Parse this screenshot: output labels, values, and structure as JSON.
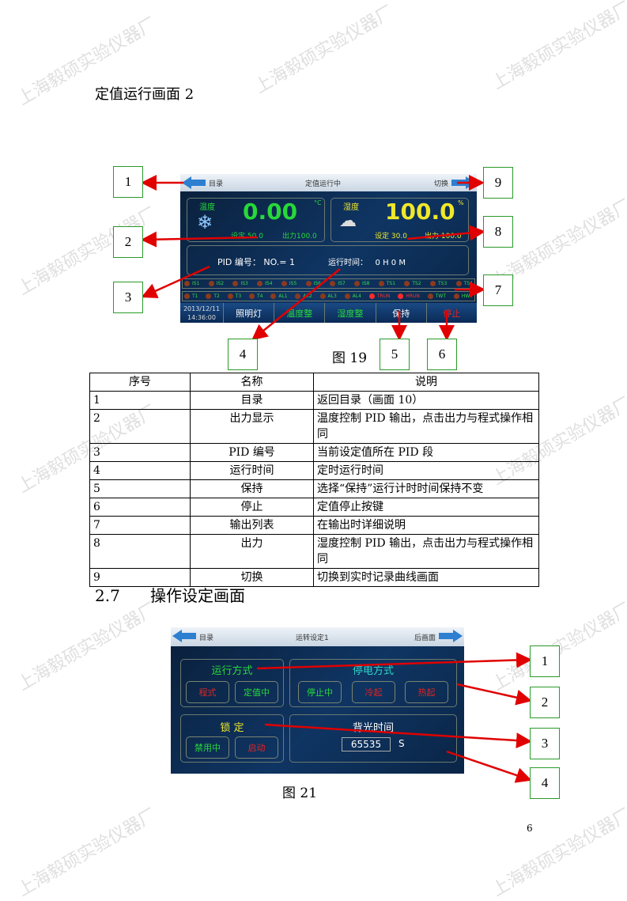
{
  "watermark": "上海毅硕实验仪器厂",
  "section_title": "定值运行画面 2",
  "figure1": {
    "caption": "图 19",
    "top_bar": {
      "left": "目录",
      "center": "定值运行中",
      "right": "切换"
    },
    "temp": {
      "label": "温度",
      "value": "0.00",
      "unit": "°C",
      "set_label": "设定",
      "set": "50.0",
      "out_label": "出力",
      "out": "100.0"
    },
    "humid": {
      "label": "湿度",
      "value": "100.0",
      "unit": "%",
      "set_label": "设定",
      "set": "30.0",
      "out_label": "出力",
      "out": "100.0"
    },
    "pid": {
      "label": "PID 编号：",
      "value": "NO.= 1",
      "time_label": "运行时间：",
      "time": "0 H 0 M"
    },
    "indicators_row1": [
      "IS1",
      "IS2",
      "IS3",
      "IS4",
      "IS5",
      "IS6",
      "IS7",
      "IS8",
      "TS1",
      "TS2",
      "TS3",
      "TS4"
    ],
    "indicators_row2": [
      "T1",
      "T2",
      "T3",
      "T4",
      "AL1",
      "AL2",
      "AL3",
      "AL4",
      "TRUN",
      "HRUN",
      "TWT",
      "HWT"
    ],
    "indicators_row2_on": [
      8,
      9
    ],
    "datetime": [
      "2013/12/11",
      "14:36:00"
    ],
    "buttons": [
      "照明灯",
      "温度整",
      "湿度整",
      "保持",
      "停止"
    ],
    "callouts": [
      "1",
      "2",
      "3",
      "4",
      "5",
      "6",
      "7",
      "8",
      "9"
    ]
  },
  "table": {
    "headers": [
      "序号",
      "名称",
      "说明"
    ],
    "rows": [
      [
        "1",
        "目录",
        "返回目录（画面 10）"
      ],
      [
        "2",
        "出力显示",
        "温度控制 PID 输出，点击出力与程式操作相同"
      ],
      [
        "3",
        "PID 编号",
        "当前设定值所在 PID 段"
      ],
      [
        "4",
        "运行时间",
        "定时运行时间"
      ],
      [
        "5",
        "保持",
        "选择“保持”运行计时时间保持不变"
      ],
      [
        "6",
        "停止",
        "定值停止按键"
      ],
      [
        "7",
        "输出列表",
        "在输出时详细说明"
      ],
      [
        "8",
        "出力",
        "湿度控制 PID 输出，点击出力与程式操作相同"
      ],
      [
        "9",
        "切换",
        "切换到实时记录曲线画面"
      ]
    ]
  },
  "section2": {
    "number": "2.7",
    "title": "操作设定画面"
  },
  "figure2": {
    "caption": "图 21",
    "top_bar": {
      "left": "目录",
      "center": "运转设定1",
      "right": "后画面"
    },
    "run_mode": {
      "title": "运行方式",
      "buttons": [
        "程式",
        "定值中"
      ]
    },
    "power_fail": {
      "title": "停电方式",
      "buttons": [
        "停止中",
        "冷起",
        "热起"
      ]
    },
    "lock": {
      "title": "锁 定",
      "buttons": [
        "禁用中",
        "启动"
      ]
    },
    "backlight": {
      "title": "背光时间",
      "value": "65535",
      "unit": "S"
    },
    "callouts": [
      "1",
      "2",
      "3",
      "4"
    ]
  },
  "page_number": "6",
  "colors": {
    "arrow": "#e00000",
    "callout_border": "#2a9a2a",
    "screen_bg": "#0f3563"
  }
}
